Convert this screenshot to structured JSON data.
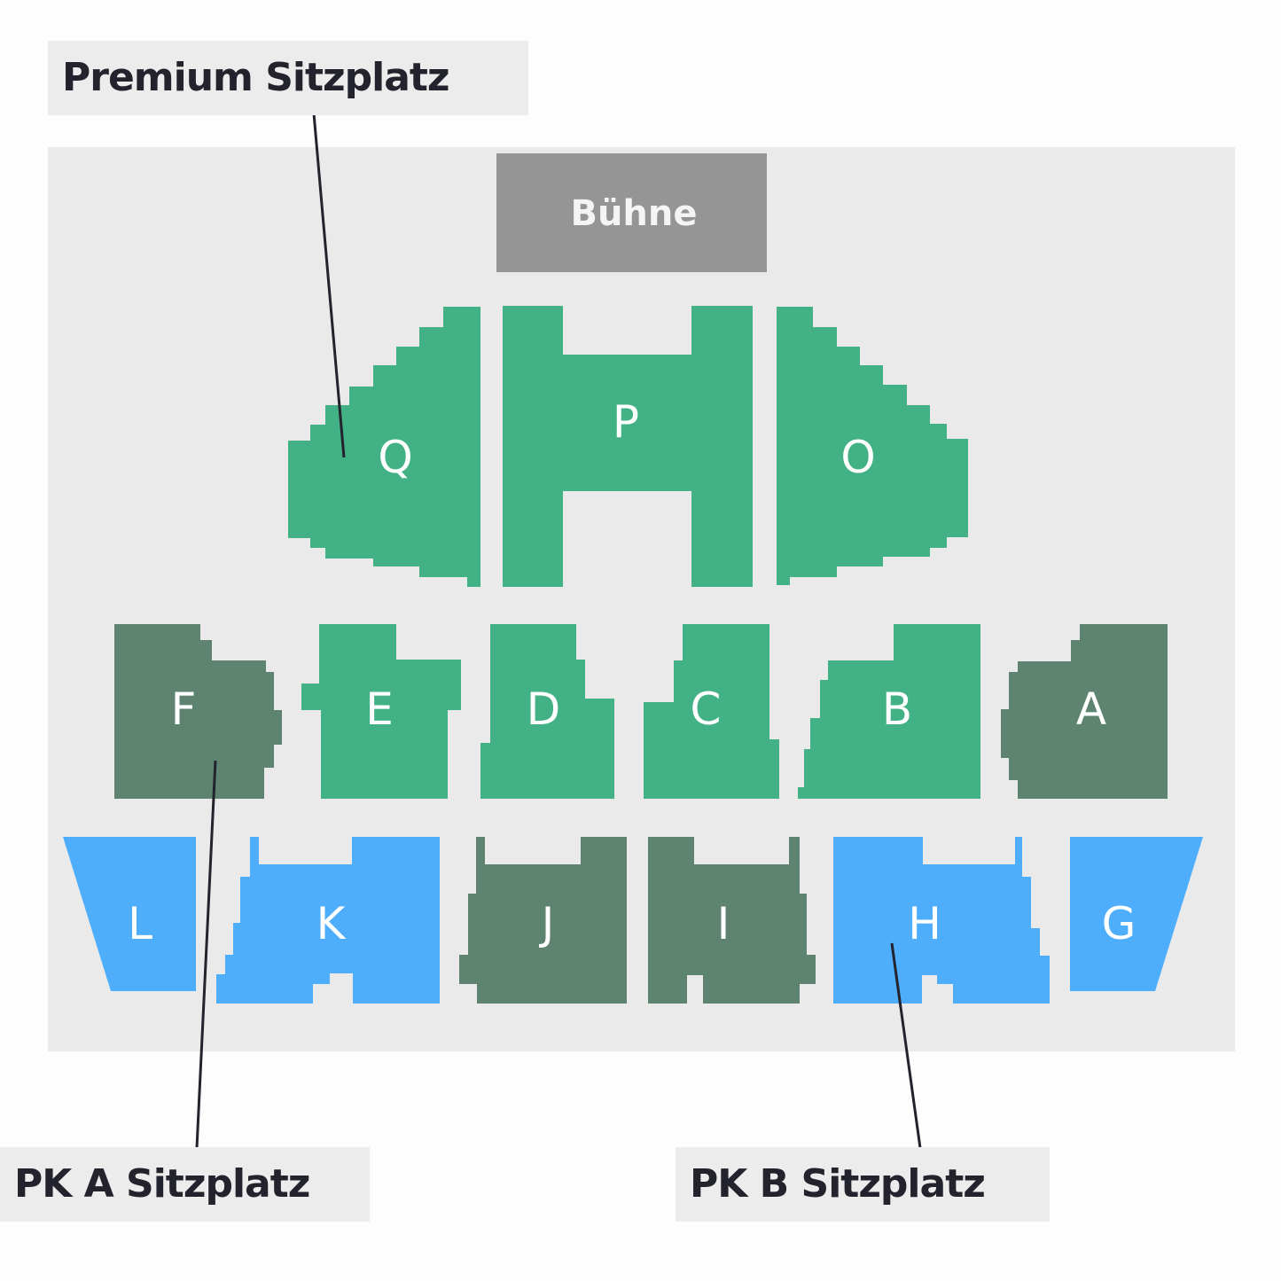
{
  "stage": {
    "label": "Bühne"
  },
  "callouts": {
    "premium": "Premium Sitzplatz",
    "pk_a": "PK A Sitzplatz",
    "pk_b": "PK B Sitzplatz"
  },
  "colors": {
    "premium": "#43b186",
    "pk_a": "#5e8371",
    "pk_b": "#4faefb",
    "stage": "#959595",
    "venue": "#eaeaea",
    "label_bg": "#ececec",
    "label_text": "#22232d"
  },
  "sections": {
    "Q": {
      "label": "Q",
      "category": "premium"
    },
    "P": {
      "label": "P",
      "category": "premium"
    },
    "O": {
      "label": "O",
      "category": "premium"
    },
    "F": {
      "label": "F",
      "category": "pk_a"
    },
    "E": {
      "label": "E",
      "category": "premium"
    },
    "D": {
      "label": "D",
      "category": "premium"
    },
    "C": {
      "label": "C",
      "category": "premium"
    },
    "B": {
      "label": "B",
      "category": "premium"
    },
    "A": {
      "label": "A",
      "category": "pk_a"
    },
    "L": {
      "label": "L",
      "category": "pk_b"
    },
    "K": {
      "label": "K",
      "category": "pk_b"
    },
    "J": {
      "label": "J",
      "category": "pk_a"
    },
    "I": {
      "label": "I",
      "category": "pk_a"
    },
    "H": {
      "label": "H",
      "category": "pk_b"
    },
    "G": {
      "label": "G",
      "category": "pk_b"
    }
  }
}
